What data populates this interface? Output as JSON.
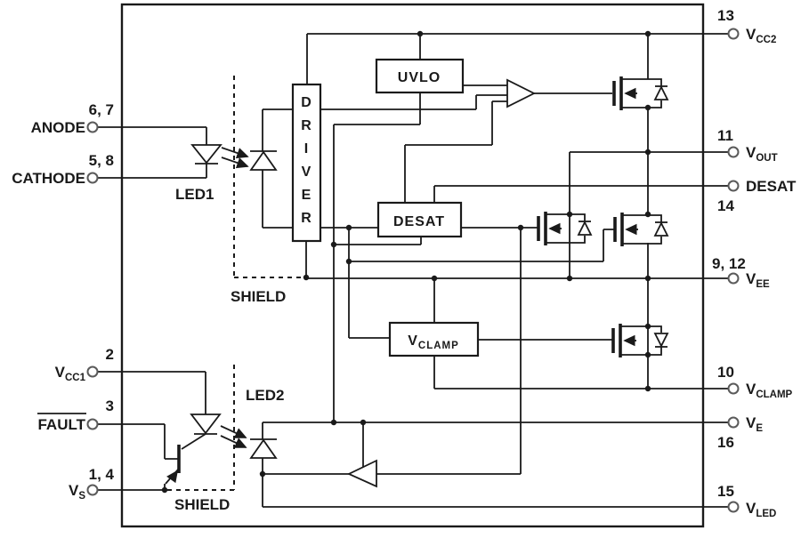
{
  "diagram": {
    "title_hint": "optocoupler-gate-driver-functional-diagram",
    "colors": {
      "line": "#1a1a1a",
      "background": "#ffffff"
    },
    "blocks": {
      "driver": {
        "letters": [
          "D",
          "R",
          "I",
          "V",
          "E",
          "R"
        ]
      },
      "uvlo": {
        "label": "UVLO"
      },
      "desat": {
        "label": "DESAT"
      },
      "vclamp": {
        "main": "V",
        "sub": "CLAMP"
      }
    },
    "left_pins": [
      {
        "id": "anode",
        "number": "6, 7",
        "label": "ANODE"
      },
      {
        "id": "cathode",
        "number": "5, 8",
        "label": "CATHODE"
      },
      {
        "id": "vcc1",
        "number": "2",
        "label": "V",
        "sub": "CC1"
      },
      {
        "id": "fault",
        "number": "3",
        "label": "FAULT",
        "overline": true
      },
      {
        "id": "vs",
        "number": "1, 4",
        "label": "V",
        "sub": "S"
      }
    ],
    "right_pins": [
      {
        "id": "vcc2",
        "number": "13",
        "label": "V",
        "sub": "CC2"
      },
      {
        "id": "vout",
        "number": "11",
        "label": "V",
        "sub": "OUT"
      },
      {
        "id": "desat",
        "number": "14",
        "label": "DESAT"
      },
      {
        "id": "vee",
        "number": "9, 12",
        "label": "V",
        "sub": "EE"
      },
      {
        "id": "vclamp",
        "number": "10",
        "label": "V",
        "sub": "CLAMP"
      },
      {
        "id": "ve",
        "number": "16",
        "label": "V",
        "sub": "E"
      },
      {
        "id": "vled",
        "number": "15",
        "label": "V",
        "sub": "LED"
      }
    ],
    "labels": {
      "led1": "LED1",
      "led2": "LED2",
      "shield_top": "SHIELD",
      "shield_bottom": "SHIELD"
    }
  }
}
